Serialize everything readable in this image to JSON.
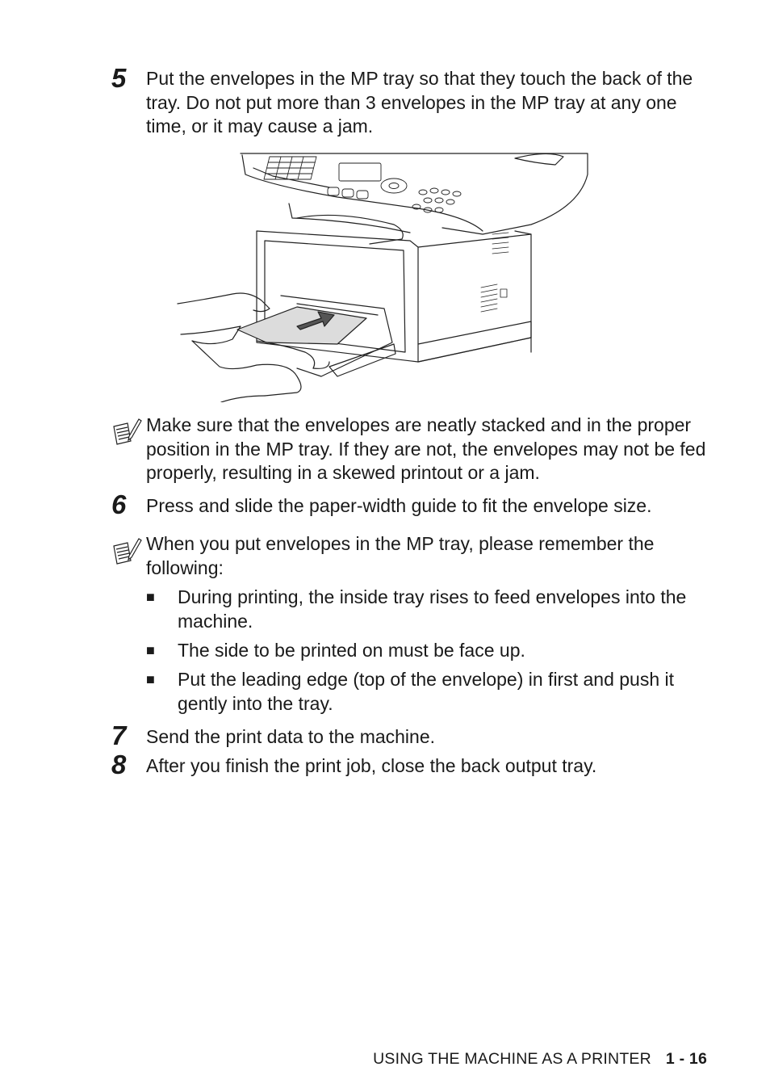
{
  "steps": {
    "s5": {
      "number": "5",
      "text": "Put the envelopes in the MP tray so that they touch the back of the tray. Do not put more than 3 envelopes in the MP tray at any one time, or it may cause a jam."
    },
    "s6": {
      "number": "6",
      "text": "Press and slide the paper-width guide to fit the envelope size."
    },
    "s7": {
      "number": "7",
      "text": "Send the print data to the machine."
    },
    "s8": {
      "number": "8",
      "text": "After you finish the print job, close the back output tray."
    }
  },
  "note1": {
    "text": "Make sure that the envelopes are neatly stacked and in the proper position in the MP tray. If they are not, the envelopes may not be fed properly, resulting in a skewed printout or a jam."
  },
  "note2": {
    "text": "When you put envelopes in the MP tray, please remember the following:",
    "bullet_glyph": "■",
    "bullets": [
      "During printing, the inside tray rises to feed envelopes into the machine.",
      "The side to be printed on must be face up.",
      "Put the leading edge (top of the envelope) in first and push it gently into the tray."
    ]
  },
  "footer": {
    "section": "USING THE MACHINE AS A PRINTER",
    "page": "1 - 16"
  },
  "icons": {
    "note": "note-pencil-icon",
    "illustration": "printer-envelope-illustration"
  }
}
